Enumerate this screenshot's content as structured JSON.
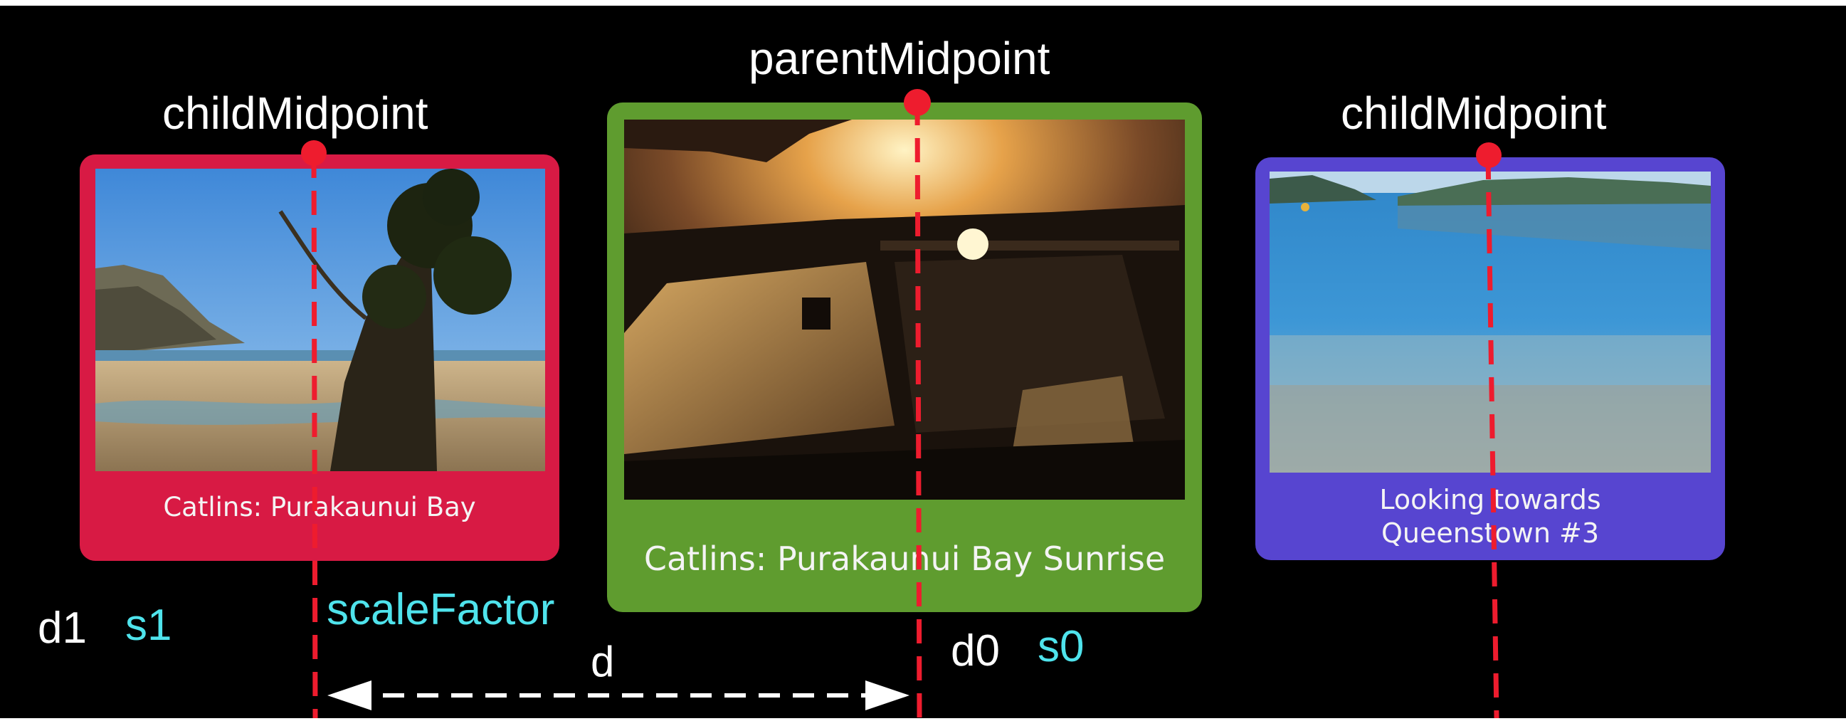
{
  "labels": {
    "parent_midpoint": "parentMidpoint",
    "child_midpoint_left": "childMidpoint",
    "child_midpoint_right": "childMidpoint",
    "d1": "d1",
    "s1": "s1",
    "scale_factor": "scaleFactor",
    "d": "d",
    "d0": "d0",
    "s0": "s0"
  },
  "cards": {
    "left": {
      "caption": "Catlins: Purakaunui Bay",
      "color": "#d81a44"
    },
    "center": {
      "caption": "Catlins: Purakaunui Bay Sunrise",
      "color": "#5f9c2f"
    },
    "right": {
      "caption": "Looking towards Queenstown #3",
      "color": "#5745d0"
    }
  },
  "colors": {
    "background": "#000000",
    "marker": "#ee1c2e",
    "arrow": "#ffffff",
    "label_white": "#ffffff",
    "label_cyan": "#4fe3ec"
  }
}
